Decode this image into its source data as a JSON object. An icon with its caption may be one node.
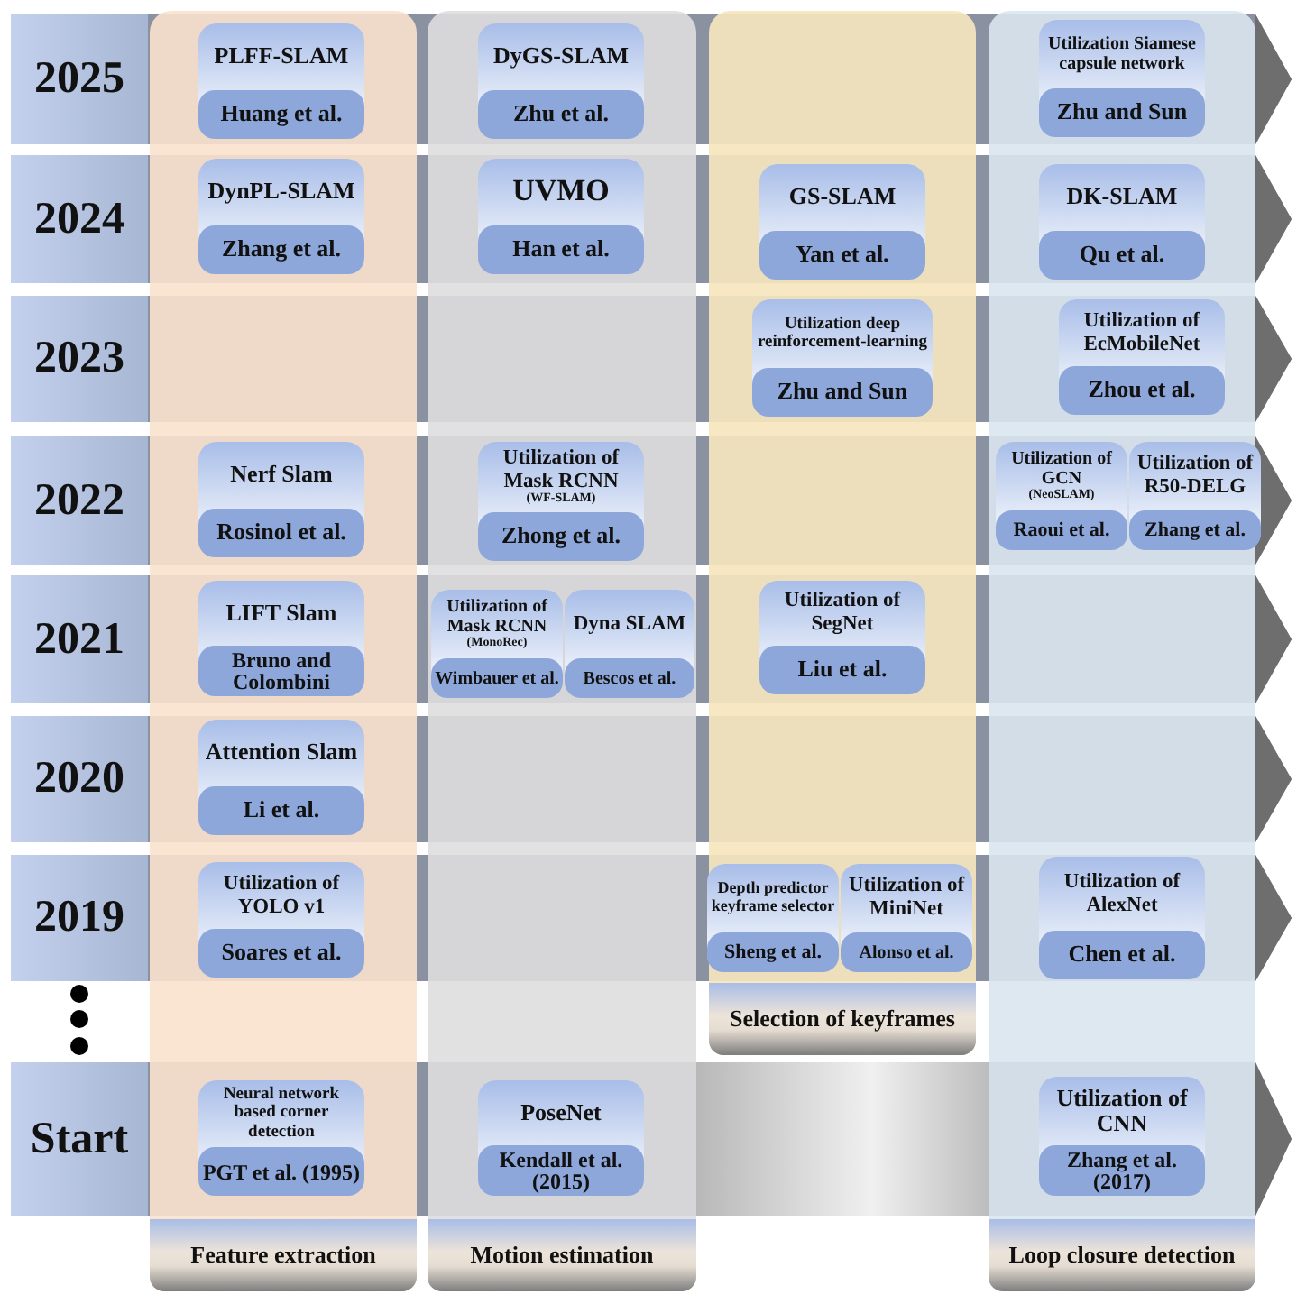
{
  "diagram": {
    "nodes": [
      {
        "text": [
          "2025"
        ]
      },
      {
        "text": [
          "2024"
        ]
      },
      {
        "text": [
          "2023"
        ]
      },
      {
        "text": [
          "2022"
        ]
      },
      {
        "text": [
          "2021"
        ]
      },
      {
        "text": [
          "2020"
        ]
      },
      {
        "text": [
          "2019"
        ]
      },
      {
        "text": [
          "Start"
        ]
      },
      {
        "text": [
          "Feature extraction"
        ]
      },
      {
        "text": [
          "PLFF-SLAM",
          "Huang et al."
        ],
        "in": 8
      },
      {
        "text": [
          "DynPL-SLAM",
          "Zhang et al."
        ],
        "in": 8
      },
      {
        "text": [
          "Nerf Slam",
          "Rosinol et al."
        ],
        "in": 8
      },
      {
        "text": [
          "LIFT Slam",
          "Bruno and Colombini"
        ],
        "in": 8
      },
      {
        "text": [
          "Attention Slam",
          "Li et al."
        ],
        "in": 8
      },
      {
        "text": [
          "Utilization of YOLO v1",
          "Soares et al."
        ],
        "in": 8
      },
      {
        "text": [
          "Neural network based corner detection",
          "PGT et al. (1995)"
        ],
        "in": 8
      },
      {
        "text": [
          "Motion estimation"
        ]
      },
      {
        "text": [
          "DyGS-SLAM",
          "Zhu et al."
        ],
        "in": 16
      },
      {
        "text": [
          "UVMO",
          "Han et al."
        ],
        "in": 16
      },
      {
        "text": [
          "Utilization of Mask RCNN",
          "(WF-SLAM)",
          "Zhong et al."
        ],
        "in": 16
      },
      {
        "text": [
          "Utilization of Mask RCNN",
          "(MonoRec)",
          "Wimbauer et al."
        ],
        "in": 16
      },
      {
        "text": [
          "Dyna SLAM",
          "Bescos et al."
        ],
        "in": 16
      },
      {
        "text": [
          "PoseNet",
          "Kendall et al. (2015)"
        ],
        "in": 16
      },
      {
        "text": [
          "Selection of keyframes"
        ]
      },
      {
        "text": [
          "GS-SLAM",
          "Yan et al."
        ],
        "in": 23
      },
      {
        "text": [
          "Utilization deep reinforcement-learning",
          "Zhu and Sun"
        ],
        "in": 23
      },
      {
        "text": [
          "Utilization of SegNet",
          "Liu et al."
        ],
        "in": 23
      },
      {
        "text": [
          "Depth predictor keyframe selector",
          "Sheng et al."
        ],
        "in": 23
      },
      {
        "text": [
          "Utilization of MiniNet",
          "Alonso et al."
        ],
        "in": 23
      },
      {
        "text": [
          "Loop closure detection"
        ]
      },
      {
        "text": [
          "Utilization Siamese capsule network",
          "Zhu and Sun"
        ],
        "in": 29
      },
      {
        "text": [
          "DK-SLAM",
          "Qu et al."
        ],
        "in": 29
      },
      {
        "text": [
          "Utilization of EcMobileNet",
          "Zhou et al."
        ],
        "in": 29
      },
      {
        "text": [
          "Utilization of GCN",
          "(NeoSLAM)",
          "Raoui et al."
        ],
        "in": 29
      },
      {
        "text": [
          "Utilization of R50-DELG",
          "Zhang et al."
        ],
        "in": 29
      },
      {
        "text": [
          "Utilization of AlexNet",
          "Chen et al."
        ],
        "in": 29
      },
      {
        "text": [
          "Utilization of CNN",
          "Zhang et al. (2017)"
        ],
        "in": 29
      }
    ]
  }
}
